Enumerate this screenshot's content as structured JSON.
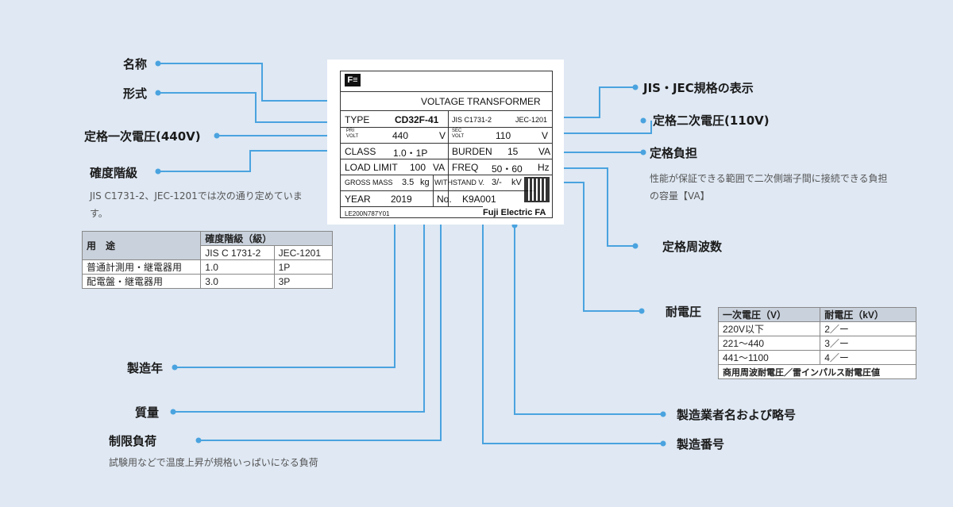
{
  "labels": {
    "name": "名称",
    "type": "形式",
    "pri_volt": "定格一次電圧(440V)",
    "accuracy": "確度階級",
    "jis_jec": "JIS・JEC規格の表示",
    "sec_volt": "定格二次電圧(110V)",
    "burden": "定格負担",
    "frequency": "定格周波数",
    "withstand": "耐電圧",
    "year": "製造年",
    "mass": "質量",
    "load_limit": "制限負荷",
    "maker": "製造業者名および略号",
    "serial": "製造番号"
  },
  "notes": {
    "accuracy_note": "JIS C1731-2、JEC-1201では次の通り定めています。",
    "burden_note": "性能が保証できる範囲で二次側端子間に接続できる負担の容量【VA】",
    "load_limit_note": "試験用などで温度上昇が規格いっぱいになる負荷"
  },
  "plate": {
    "logo": "F≡",
    "title": "VOLTAGE TRANSFORMER",
    "type_key": "TYPE",
    "type_val": "CD32F-41",
    "std_1": "JIS C1731-2",
    "std_2": "JEC-1201",
    "pri_key_1": "PRI",
    "pri_key_2": "VOLT",
    "pri_val": "440",
    "pri_unit": "V",
    "sec_key_1": "SEC",
    "sec_key_2": "VOLT",
    "sec_val": "110",
    "sec_unit": "V",
    "class_key": "CLASS",
    "class_val": "1.0・1P",
    "burden_key": "BURDEN",
    "burden_val": "15",
    "burden_unit": "VA",
    "load_key": "LOAD LIMIT",
    "load_val": "100",
    "load_unit": "VA",
    "freq_key": "FREQ",
    "freq_val": "50・60",
    "freq_unit": "Hz",
    "mass_key": "GROSS MASS",
    "mass_val": "3.5",
    "mass_unit": "kg",
    "withstand_key": "WITHSTAND V.",
    "withstand_val": "3/-",
    "withstand_unit": "kV",
    "year_key": "YEAR",
    "year_val": "2019",
    "no_key": "No.",
    "no_val": "K9A001",
    "code": "LE200N787Y01",
    "maker": "Fuji Electric FA"
  },
  "accuracy_table": {
    "header_use": "用　途",
    "header_class": "確度階級（級）",
    "sub_jis": "JIS C 1731-2",
    "sub_jec": "JEC-1201",
    "rows": [
      {
        "use": "普通計測用・継電器用",
        "jis": "1.0",
        "jec": "1P"
      },
      {
        "use": "配電盤・継電器用",
        "jis": "3.0",
        "jec": "3P"
      }
    ]
  },
  "withstand_table": {
    "header_pri": "一次電圧（V）",
    "header_wv": "耐電圧（kV）",
    "rows": [
      {
        "pri": "220V以下",
        "wv": "2／ー"
      },
      {
        "pri": "221〜440",
        "wv": "3／ー"
      },
      {
        "pri": "441〜1100",
        "wv": "4／ー"
      }
    ],
    "caption": "商用周波耐電圧／雷インパルス耐電圧値"
  },
  "colors": {
    "background": "#dfe8f3",
    "line": "#4aa3df"
  }
}
